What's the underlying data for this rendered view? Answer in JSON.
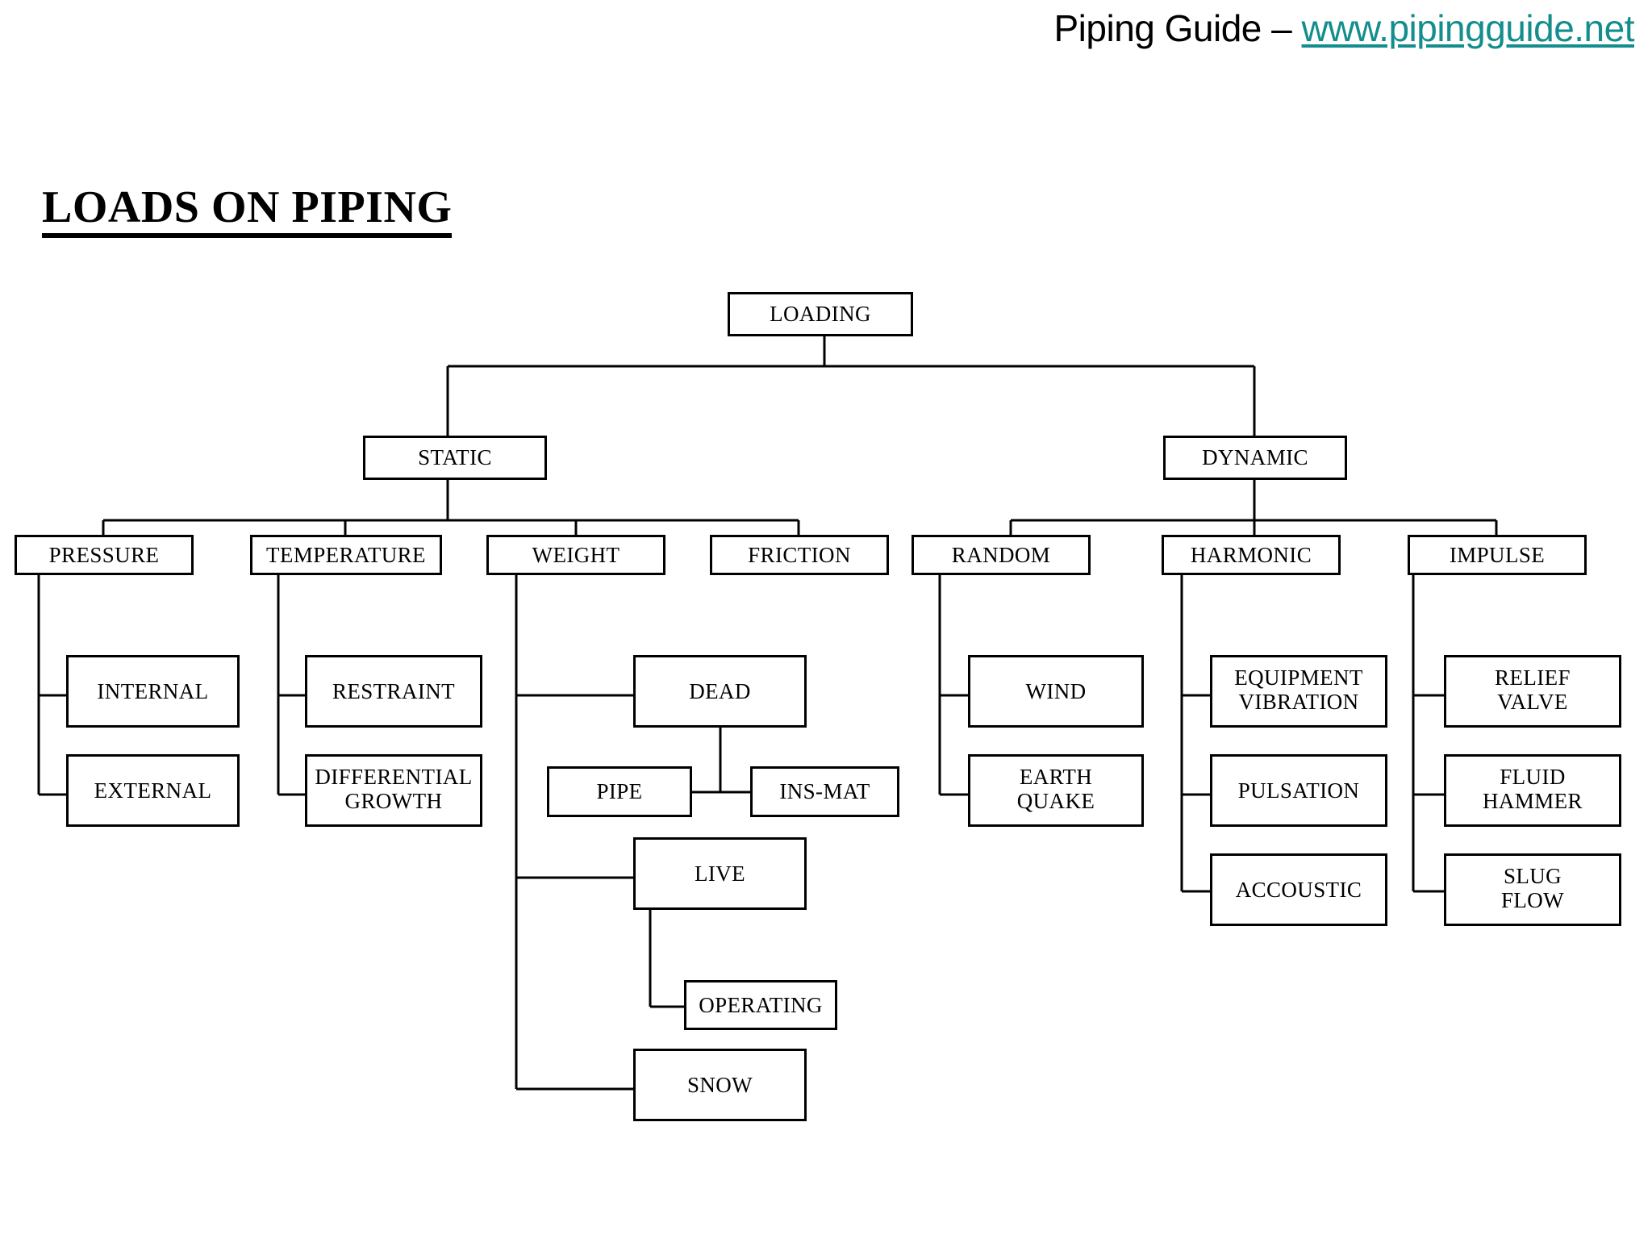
{
  "header": {
    "brand": "Piping Guide",
    "dash": " – ",
    "url": "www.pipingguide.net"
  },
  "title": "LOADS ON PIPING",
  "colors": {
    "link": "#138d8d",
    "box_border": "#000000",
    "background": "#ffffff",
    "text": "#000000"
  },
  "chart_data": {
    "type": "tree",
    "title": "LOADS ON PIPING",
    "root": "LOADING",
    "nodes": [
      {
        "id": "loading",
        "label": "LOADING",
        "level": 0,
        "parent": null
      },
      {
        "id": "static",
        "label": "STATIC",
        "level": 1,
        "parent": "loading"
      },
      {
        "id": "dynamic",
        "label": "DYNAMIC",
        "level": 1,
        "parent": "loading"
      },
      {
        "id": "pressure",
        "label": "PRESSURE",
        "level": 2,
        "parent": "static"
      },
      {
        "id": "temperature",
        "label": "TEMPERATURE",
        "level": 2,
        "parent": "static"
      },
      {
        "id": "weight",
        "label": "WEIGHT",
        "level": 2,
        "parent": "static"
      },
      {
        "id": "friction",
        "label": "FRICTION",
        "level": 2,
        "parent": "static"
      },
      {
        "id": "random",
        "label": "RANDOM",
        "level": 2,
        "parent": "dynamic"
      },
      {
        "id": "harmonic",
        "label": "HARMONIC",
        "level": 2,
        "parent": "dynamic"
      },
      {
        "id": "impulse",
        "label": "IMPULSE",
        "level": 2,
        "parent": "dynamic"
      },
      {
        "id": "internal",
        "label": "INTERNAL",
        "level": 3,
        "parent": "pressure"
      },
      {
        "id": "external",
        "label": "EXTERNAL",
        "level": 3,
        "parent": "pressure"
      },
      {
        "id": "restraint",
        "label": "RESTRAINT",
        "level": 3,
        "parent": "temperature"
      },
      {
        "id": "diffgrowth",
        "label": "DIFFERENTIAL\nGROWTH",
        "level": 3,
        "parent": "temperature"
      },
      {
        "id": "dead",
        "label": "DEAD",
        "level": 3,
        "parent": "weight"
      },
      {
        "id": "live",
        "label": "LIVE",
        "level": 3,
        "parent": "weight"
      },
      {
        "id": "snow",
        "label": "SNOW",
        "level": 3,
        "parent": "weight"
      },
      {
        "id": "wind",
        "label": "WIND",
        "level": 3,
        "parent": "random"
      },
      {
        "id": "earthquake",
        "label": "EARTH\nQUAKE",
        "level": 3,
        "parent": "random"
      },
      {
        "id": "equipvib",
        "label": "EQUIPMENT\nVIBRATION",
        "level": 3,
        "parent": "harmonic"
      },
      {
        "id": "pulsation",
        "label": "PULSATION",
        "level": 3,
        "parent": "harmonic"
      },
      {
        "id": "accoustic",
        "label": "ACCOUSTIC",
        "level": 3,
        "parent": "harmonic"
      },
      {
        "id": "reliefvalve",
        "label": "RELIEF\nVALVE",
        "level": 3,
        "parent": "impulse"
      },
      {
        "id": "fluidhammer",
        "label": "FLUID\nHAMMER",
        "level": 3,
        "parent": "impulse"
      },
      {
        "id": "slugflow",
        "label": "SLUG\nFLOW",
        "level": 3,
        "parent": "impulse"
      },
      {
        "id": "pipe",
        "label": "PIPE",
        "level": 4,
        "parent": "dead"
      },
      {
        "id": "insmat",
        "label": "INS-MAT",
        "level": 4,
        "parent": "dead"
      },
      {
        "id": "operating",
        "label": "OPERATING",
        "level": 4,
        "parent": "live"
      }
    ]
  },
  "nodes": {
    "loading": "LOADING",
    "static": "STATIC",
    "dynamic": "DYNAMIC",
    "pressure": "PRESSURE",
    "temperature": "TEMPERATURE",
    "weight": "WEIGHT",
    "friction": "FRICTION",
    "random": "RANDOM",
    "harmonic": "HARMONIC",
    "impulse": "IMPULSE",
    "internal": "INTERNAL",
    "external": "EXTERNAL",
    "restraint": "RESTRAINT",
    "diffgrowth": "DIFFERENTIAL\nGROWTH",
    "dead": "DEAD",
    "pipe": "PIPE",
    "insmat": "INS-MAT",
    "live": "LIVE",
    "operating": "OPERATING",
    "snow": "SNOW",
    "wind": "WIND",
    "earthquake": "EARTH\nQUAKE",
    "equipvib": "EQUIPMENT\nVIBRATION",
    "pulsation": "PULSATION",
    "accoustic": "ACCOUSTIC",
    "reliefvalve": "RELIEF\nVALVE",
    "fluidhammer": "FLUID\nHAMMER",
    "slugflow": "SLUG\nFLOW"
  }
}
